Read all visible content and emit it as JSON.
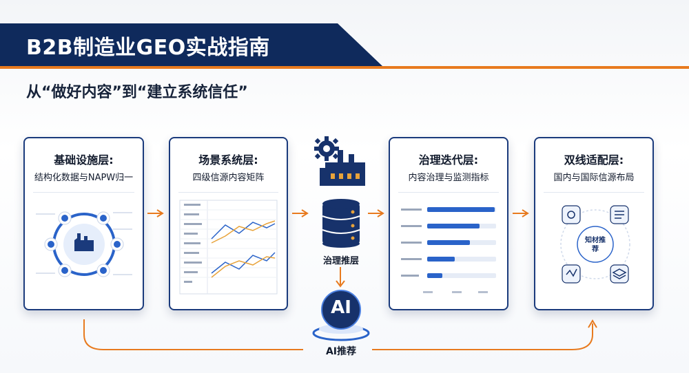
{
  "header": {
    "title": "B2B制造业GEO实战指南",
    "subtitle": "从“做好内容”到“建立系统信任”"
  },
  "colors": {
    "navy": "#0f2a5c",
    "accent_orange": "#e87a1e",
    "blue": "#2a63c9"
  },
  "cards": [
    {
      "title": "基础设施层:",
      "subtitle": "结构化数据与NAPW归一"
    },
    {
      "title": "场景系统层:",
      "subtitle": "四级信源内容矩阵"
    },
    {
      "title": "治理迭代层:",
      "subtitle": "内容治理与监测指标"
    },
    {
      "title": "双线适配层:",
      "subtitle": "国内与国际信源布局"
    }
  ],
  "center": {
    "governance_label": "治理推层",
    "ai_badge": "AI",
    "ai_label": "AI推荐"
  },
  "card4": {
    "center_text": "知材推荐",
    "icons": [
      "settings-doc-icon",
      "document-icon",
      "chart-doc-icon",
      "layers-icon"
    ]
  },
  "card3": {
    "bars": [
      0.98,
      0.76,
      0.62,
      0.4,
      0.22
    ]
  }
}
